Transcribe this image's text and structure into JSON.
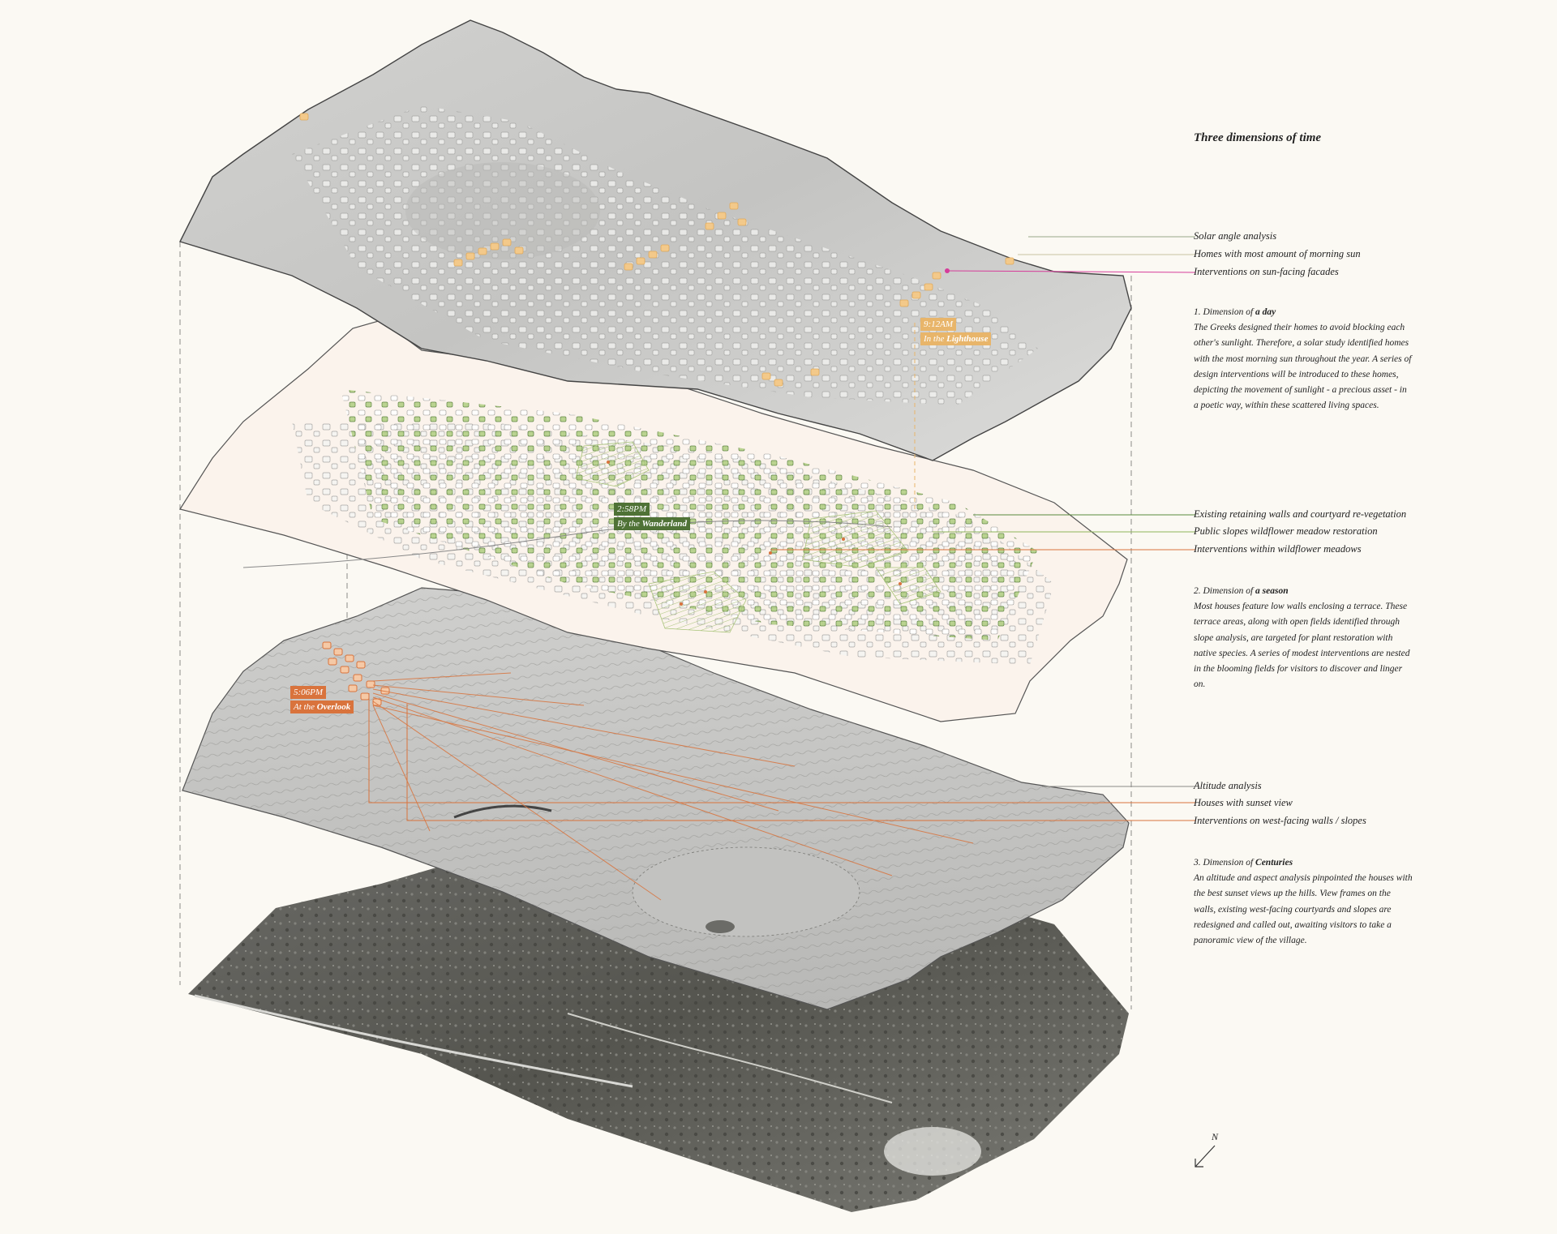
{
  "title": "Three dimensions of time",
  "callouts": {
    "solar_angle": "Solar angle analysis",
    "morning_sun_homes": "Homes with most amount of morning sun",
    "sun_facing_interventions": "Interventions on sun-facing facades",
    "retaining_walls": "Existing retaining walls and courtyard re-vegetation",
    "wildflower_restoration": "Public slopes wildflower meadow restoration",
    "wildflower_interventions": "Interventions within wildflower meadows",
    "altitude_analysis": "Altitude analysis",
    "sunset_houses": "Houses with sunset view",
    "west_facing_interventions": "Interventions on west-facing walls / slopes"
  },
  "sections": [
    {
      "heading_prefix": "1. Dimension of ",
      "heading_bold": "a day",
      "body": "The Greeks designed their homes to avoid blocking each other's sunlight. Therefore, a solar study identified homes with the most morning sun throughout the year. A series of design interventions will be introduced to these homes, depicting the movement of sunlight - a precious asset - in a poetic way, within these scattered living spaces."
    },
    {
      "heading_prefix": "2. Dimension of ",
      "heading_bold": "a season",
      "body": "Most houses feature low walls enclosing a terrace. These terrace areas, along with open fields identified through slope analysis, are targeted for plant restoration with native species. A series of modest interventions are nested in the blooming fields for visitors to discover and linger on."
    },
    {
      "heading_prefix": "3. Dimension of ",
      "heading_bold": "Centuries",
      "body": "An altitude and aspect analysis pinpointed the houses with the best sunset views up the hills. View frames on the walls, existing west-facing courtyards and slopes are redesigned and called out, awaiting visitors to take a panoramic view of the village."
    }
  ],
  "tags": {
    "lighthouse": {
      "time": "9:12AM",
      "place_prefix": "In the ",
      "place_bold": "Lighthouse",
      "color": "#e8b56a"
    },
    "wanderland": {
      "time": "2:58PM",
      "place_prefix": "By the ",
      "place_bold": "Wanderland",
      "color": "#4f7236"
    },
    "overlook": {
      "time": "5:06PM",
      "place_prefix": "At the ",
      "place_bold": "Overlook",
      "color": "#d9733c"
    }
  },
  "north_label": "N",
  "colors": {
    "background": "#fbf9f3",
    "solar": "#e8b56a",
    "magenta": "#d63c9a",
    "green": "#5a8a3c",
    "meadow": "#cfe0a0",
    "orange": "#d9733c"
  }
}
